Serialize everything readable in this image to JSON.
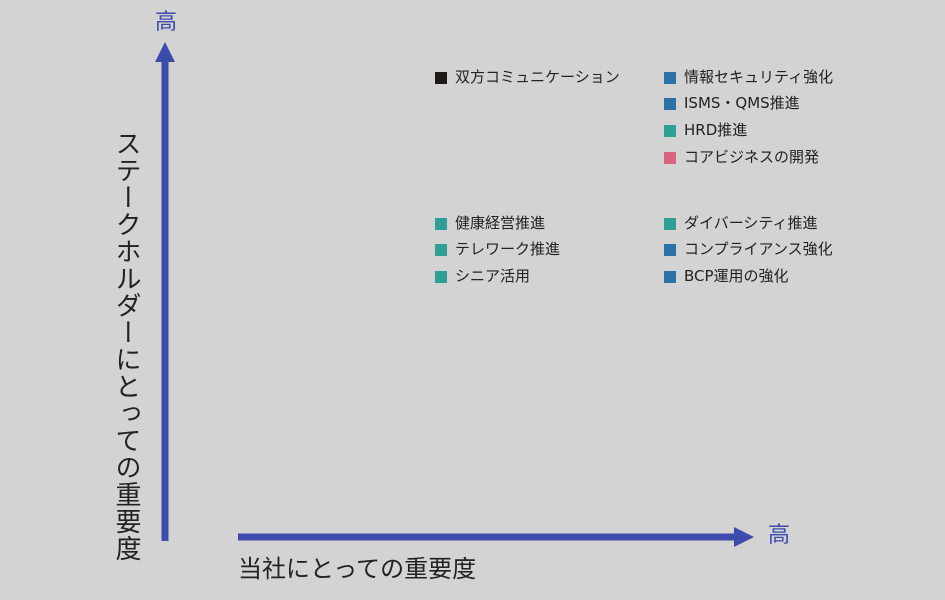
{
  "axes": {
    "y_high": "高",
    "x_high": "高",
    "y_title": "ステークホルダーにとっての重要度",
    "x_title": "当社にとっての重要度",
    "color": "#3d4bab"
  },
  "items": [
    {
      "label": "双方コミュニケーション",
      "color": "#1f1a17"
    },
    {
      "label": "情報セキュリティ強化",
      "color": "#2a72a8"
    },
    {
      "label": "ISMS・QMS推進",
      "color": "#2a72a8"
    },
    {
      "label": "HRD推進",
      "color": "#2e9f95"
    },
    {
      "label": "コアビジネスの開発",
      "color": "#d9627e"
    },
    {
      "label": "健康経営推進",
      "color": "#2e9f95"
    },
    {
      "label": "テレワーク推進",
      "color": "#2e9f95"
    },
    {
      "label": "シニア活用",
      "color": "#2e9f95"
    },
    {
      "label": "ダイバーシティ推進",
      "color": "#2e9f95"
    },
    {
      "label": "コンプライアンス強化",
      "color": "#2a72a8"
    },
    {
      "label": "BCP運用の強化",
      "color": "#2a72a8"
    }
  ]
}
